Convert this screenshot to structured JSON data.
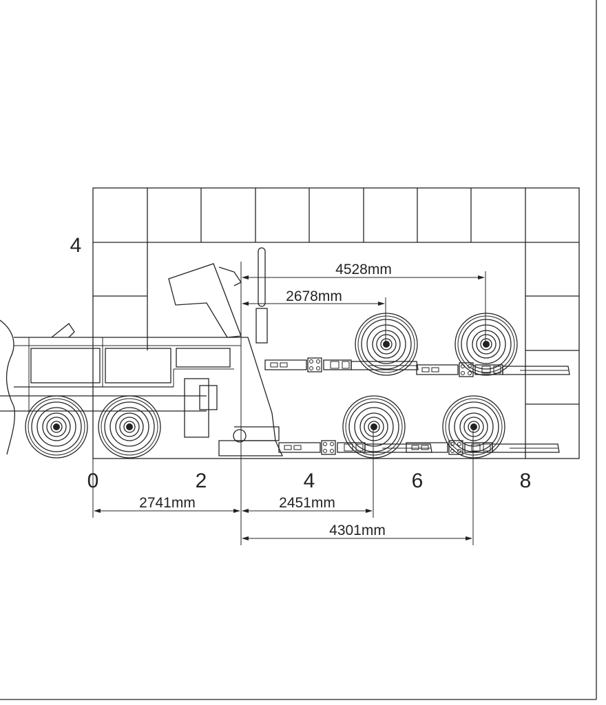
{
  "axis": {
    "x_ticks": [
      "0",
      "2",
      "4",
      "6",
      "8"
    ],
    "y_ticks": [
      "4"
    ]
  },
  "dimensions": {
    "bottom_left": "2741mm",
    "bottom_mid": "2451mm",
    "bottom_long": "4301mm",
    "top_long": "4528mm",
    "top_short": "2678mm"
  },
  "colors": {
    "line": "#222222",
    "background": "#ffffff"
  }
}
